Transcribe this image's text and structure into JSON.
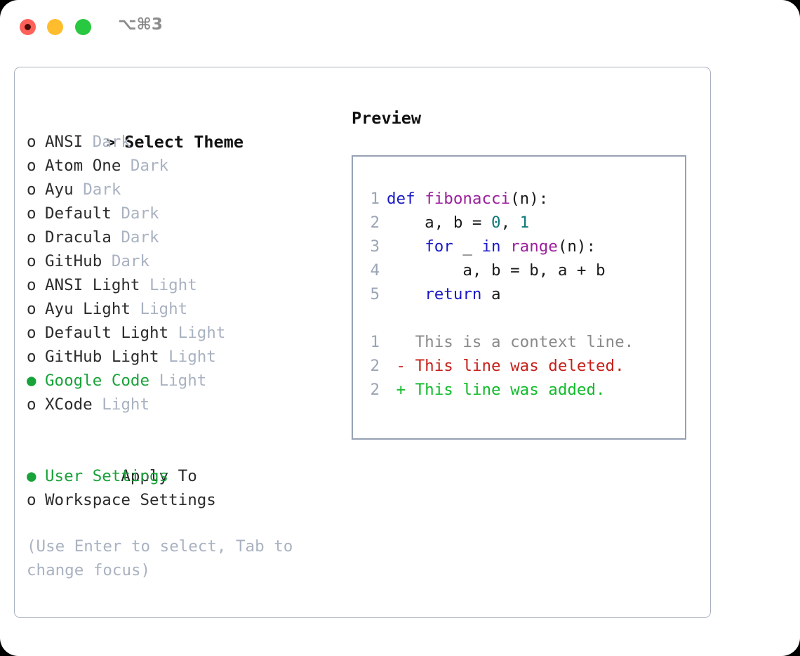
{
  "window": {
    "shortcut_label": "⌥⌘3",
    "traffic_lights": [
      "close",
      "minimize",
      "maximize"
    ]
  },
  "theme_picker": {
    "header": "Select Theme",
    "header_marker": ">",
    "items": [
      {
        "marker": "o",
        "name": "ANSI",
        "kind": "Dark",
        "selected": false
      },
      {
        "marker": "o",
        "name": "Atom One",
        "kind": "Dark",
        "selected": false
      },
      {
        "marker": "o",
        "name": "Ayu",
        "kind": "Dark",
        "selected": false
      },
      {
        "marker": "o",
        "name": "Default",
        "kind": "Dark",
        "selected": false
      },
      {
        "marker": "o",
        "name": "Dracula",
        "kind": "Dark",
        "selected": false
      },
      {
        "marker": "o",
        "name": "GitHub",
        "kind": "Dark",
        "selected": false
      },
      {
        "marker": "o",
        "name": "ANSI Light",
        "kind": "Light",
        "selected": false
      },
      {
        "marker": "o",
        "name": "Ayu Light",
        "kind": "Light",
        "selected": false
      },
      {
        "marker": "o",
        "name": "Default Light",
        "kind": "Light",
        "selected": false
      },
      {
        "marker": "o",
        "name": "GitHub Light",
        "kind": "Light",
        "selected": false
      },
      {
        "marker": "●",
        "name": "Google Code",
        "kind": "Light",
        "selected": true
      },
      {
        "marker": "o",
        "name": "XCode",
        "kind": "Light",
        "selected": false
      }
    ]
  },
  "apply_to": {
    "label": "Apply To",
    "options": [
      {
        "marker": "●",
        "name": "User Settings",
        "selected": true
      },
      {
        "marker": "o",
        "name": "Workspace Settings",
        "selected": false
      }
    ]
  },
  "hint": "(Use Enter to select, Tab to change focus)",
  "preview": {
    "title": "Preview",
    "code_lines": [
      {
        "no": "1",
        "tokens": [
          {
            "t": "def ",
            "c": "kw"
          },
          {
            "t": "fibonacci",
            "c": "fn"
          },
          {
            "t": "(n):",
            "c": "txt"
          }
        ]
      },
      {
        "no": "2",
        "tokens": [
          {
            "t": "    a, b = ",
            "c": "txt"
          },
          {
            "t": "0",
            "c": "num"
          },
          {
            "t": ", ",
            "c": "txt"
          },
          {
            "t": "1",
            "c": "num"
          }
        ]
      },
      {
        "no": "3",
        "tokens": [
          {
            "t": "    ",
            "c": "txt"
          },
          {
            "t": "for",
            "c": "kw"
          },
          {
            "t": " _ ",
            "c": "txt"
          },
          {
            "t": "in",
            "c": "kw"
          },
          {
            "t": " ",
            "c": "txt"
          },
          {
            "t": "range",
            "c": "fn"
          },
          {
            "t": "(n):",
            "c": "txt"
          }
        ]
      },
      {
        "no": "4",
        "tokens": [
          {
            "t": "        a, b = b, a + b",
            "c": "txt"
          }
        ]
      },
      {
        "no": "5",
        "tokens": [
          {
            "t": "    ",
            "c": "txt"
          },
          {
            "t": "return",
            "c": "kw"
          },
          {
            "t": " a",
            "c": "txt"
          }
        ]
      },
      {
        "no": "",
        "tokens": []
      },
      {
        "no": "1",
        "tokens": [
          {
            "t": "   This is a context line.",
            "c": "ctx"
          }
        ]
      },
      {
        "no": "2",
        "tokens": [
          {
            "t": " - This line was deleted.",
            "c": "del"
          }
        ]
      },
      {
        "no": "2",
        "tokens": [
          {
            "t": " + This line was added.",
            "c": "add"
          }
        ]
      }
    ]
  },
  "colors": {
    "selection_green": "#18a33a",
    "muted": "#a9b2c1",
    "border": "#96a1b3",
    "keyword": "#1a1ac6",
    "function": "#9b1f9b",
    "number": "#0e7a77",
    "diff_deleted": "#c7201a",
    "diff_added": "#10bb2a",
    "diff_context": "#8a8a8a"
  }
}
